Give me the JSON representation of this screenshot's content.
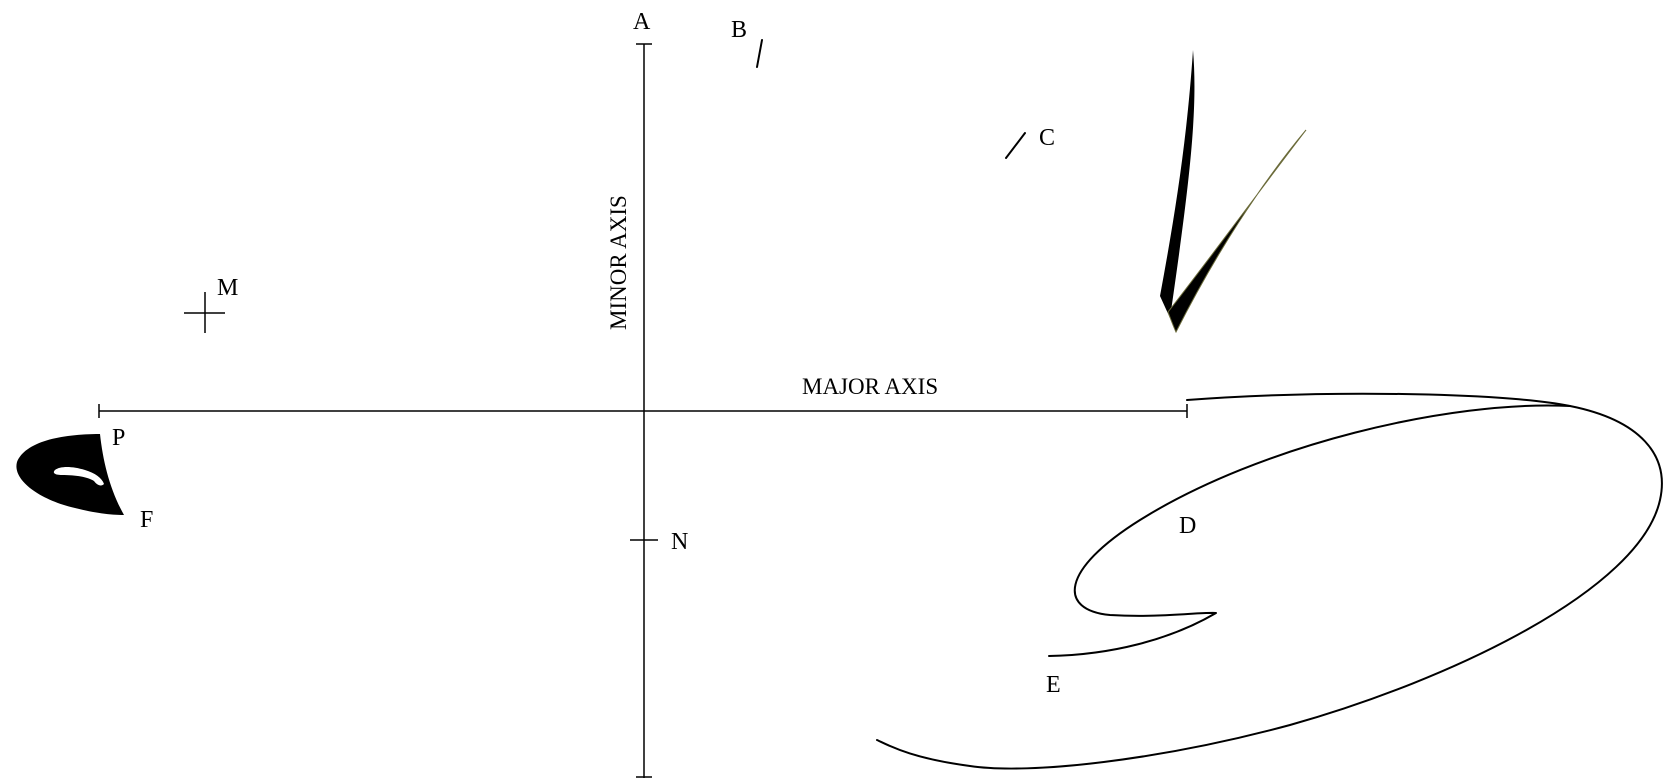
{
  "diagram": {
    "axes": {
      "major_label": "MAJOR AXIS",
      "minor_label": "MINOR AXIS"
    },
    "points": {
      "a": "A",
      "b": "B",
      "c": "C",
      "d": "D",
      "e": "E",
      "f": "F",
      "m": "M",
      "n": "N",
      "p": "P"
    },
    "colors": {
      "ink": "#000000",
      "background": "#ffffff",
      "stroke_accent": "#6b6b3a"
    }
  }
}
